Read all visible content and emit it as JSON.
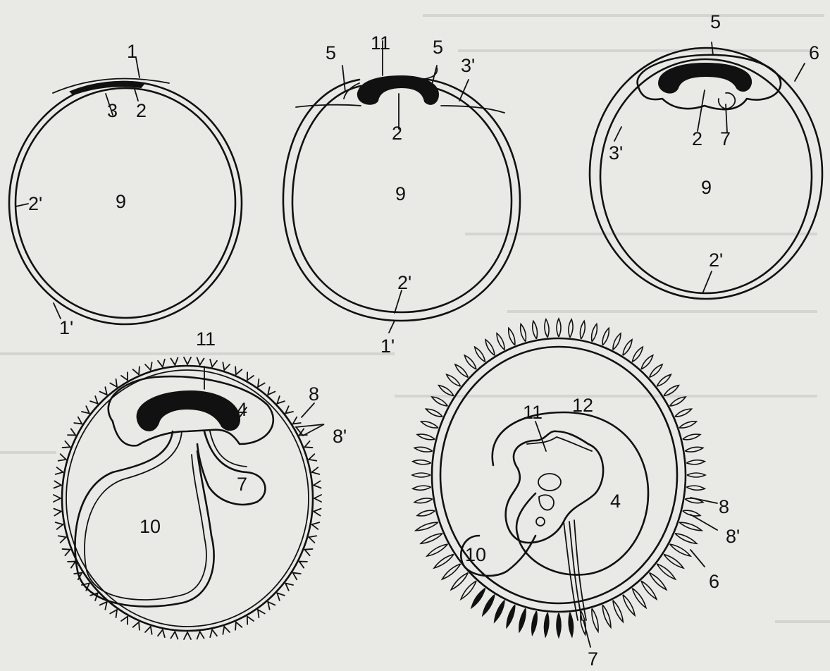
{
  "labels": {
    "l1": "1",
    "l1p": "1'",
    "l2": "2",
    "l2p": "2'",
    "l3": "3",
    "l3p": "3'",
    "l4": "4",
    "l5": "5",
    "l6": "6",
    "l7": "7",
    "l8": "8",
    "l8p": "8'",
    "l9": "9",
    "l10": "10",
    "l11": "11",
    "l12": "12"
  },
  "colors": {
    "ink": "#111111",
    "paper": "#e9e9e6",
    "bleed": "#c9c9c5"
  }
}
